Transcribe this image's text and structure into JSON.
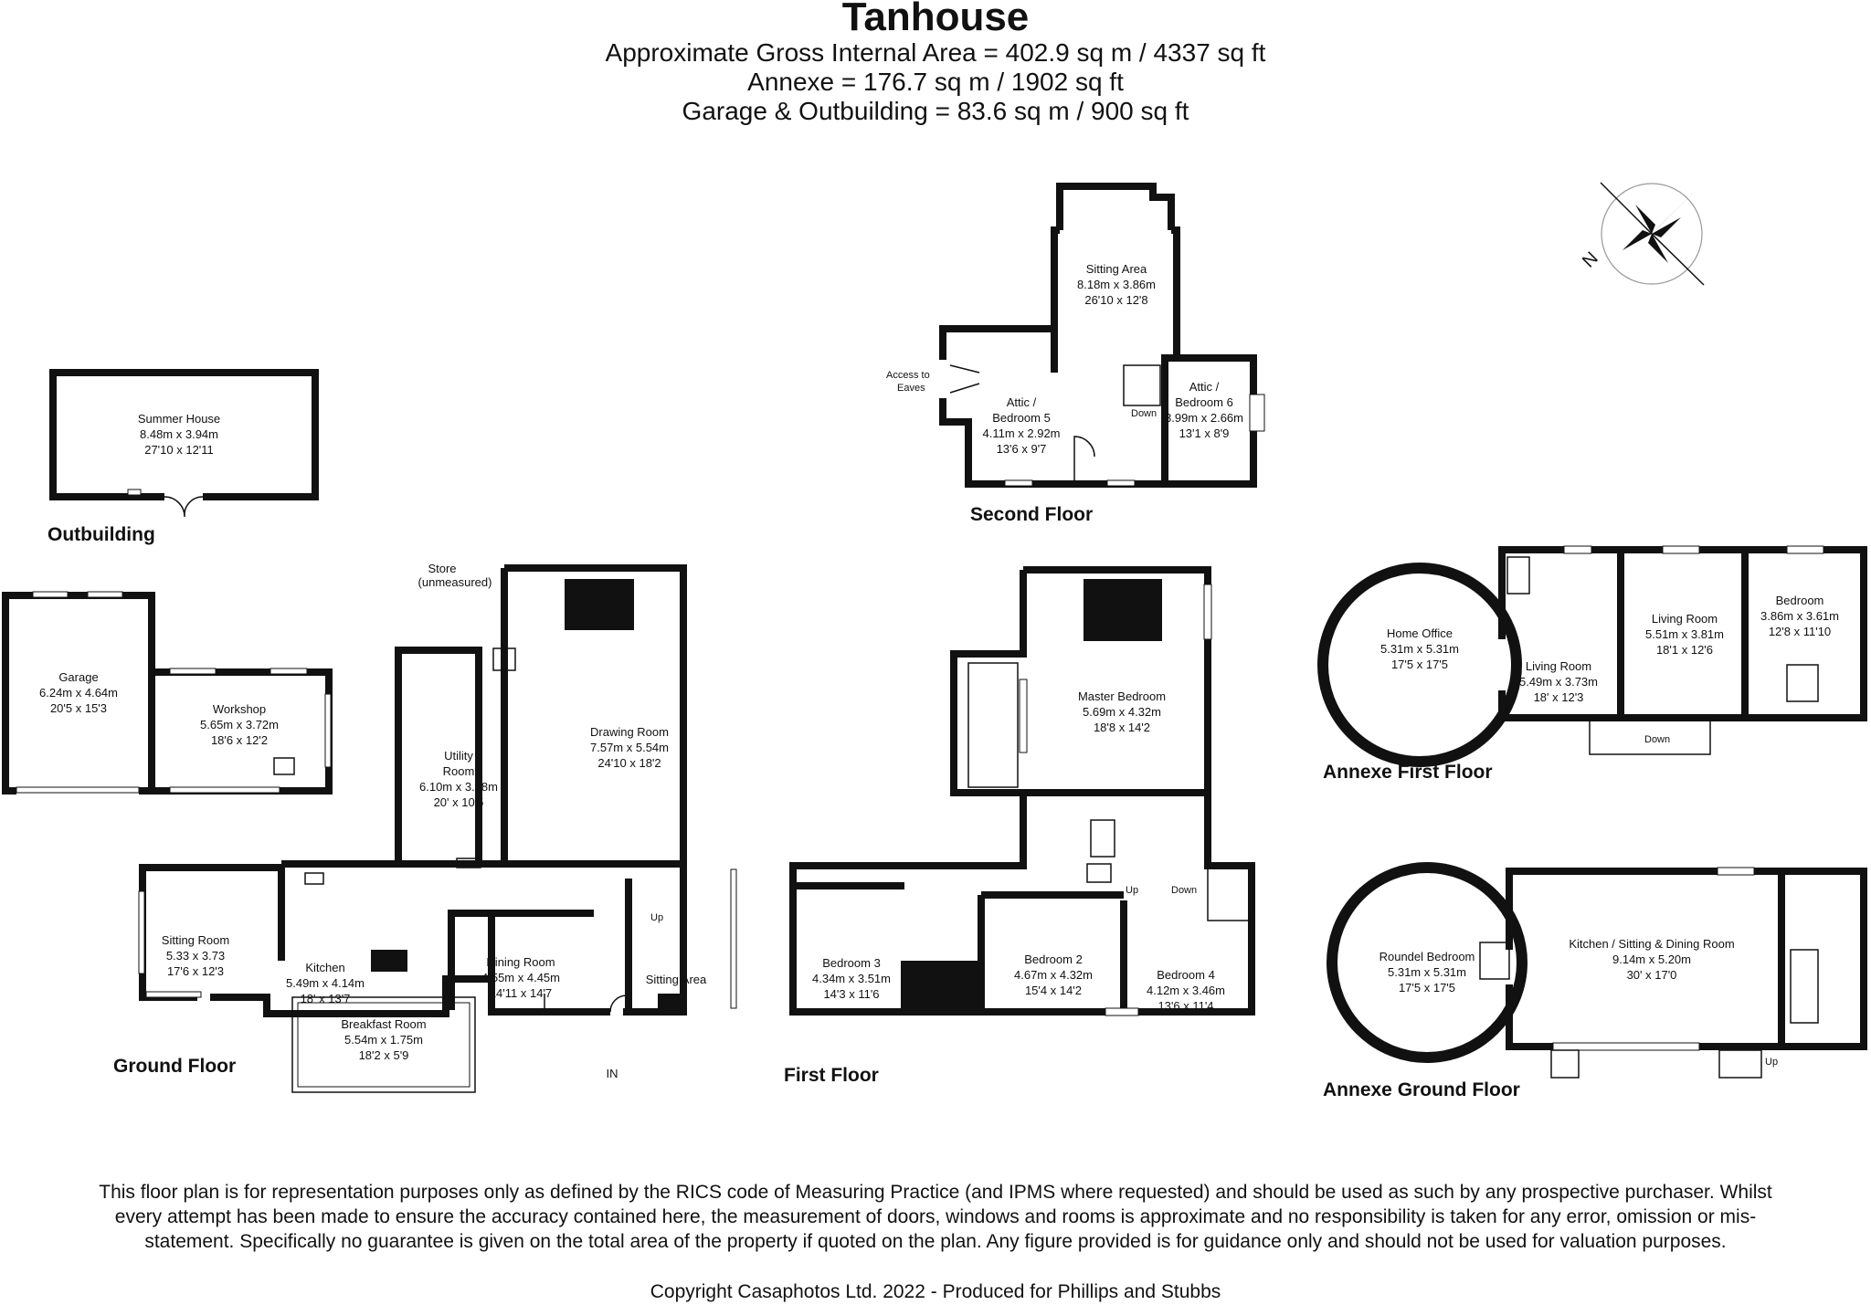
{
  "header": {
    "title": "Tanhouse",
    "lines": [
      "Approximate Gross Internal Area = 402.9 sq m / 4337 sq ft",
      "Annexe = 176.7 sq m / 1902 sq ft",
      "Garage & Outbuilding = 83.6 sq m / 900 sq ft"
    ]
  },
  "compass": {
    "label": "N"
  },
  "floors": {
    "outbuilding": "Outbuilding",
    "second": "Second Floor",
    "ground": "Ground Floor",
    "first": "First Floor",
    "annexe_first": "Annexe First Floor",
    "annexe_ground": "Annexe Ground Floor"
  },
  "rooms": {
    "summer_house": [
      "Summer House",
      "8.48m x 3.94m",
      "27'10 x 12'11"
    ],
    "garage": [
      "Garage",
      "6.24m x 4.64m",
      "20'5 x 15'3"
    ],
    "workshop": [
      "Workshop",
      "5.65m x 3.72m",
      "18'6 x 12'2"
    ],
    "sitting_area_2f": [
      "Sitting Area",
      "8.18m x 3.86m",
      "26'10 x 12'8"
    ],
    "attic5": [
      "Attic /",
      "Bedroom 5",
      "4.11m x 2.92m",
      "13'6 x 9'7"
    ],
    "attic6": [
      "Attic /",
      "Bedroom 6",
      "3.99m x 2.66m",
      "13'1 x 8'9"
    ],
    "utility": [
      "Utility",
      "Room",
      "6.10m x 3.18m",
      "20' x 10'5"
    ],
    "drawing": [
      "Drawing Room",
      "7.57m x 5.54m",
      "24'10 x 18'2"
    ],
    "sitting_room": [
      "Sitting Room",
      "5.33 x 3.73",
      "17'6 x 12'3"
    ],
    "kitchen": [
      "Kitchen",
      "5.49m x 4.14m",
      "18' x 13'7"
    ],
    "dining": [
      "Dining Room",
      "4.55m x 4.45m",
      "14'11 x 14'7"
    ],
    "sitting_area_gf": [
      "Sitting Area"
    ],
    "breakfast": [
      "Breakfast Room",
      "5.54m x 1.75m",
      "18'2 x 5'9"
    ],
    "master": [
      "Master Bedroom",
      "5.69m x 4.32m",
      "18'8 x 14'2"
    ],
    "bedroom3": [
      "Bedroom 3",
      "4.34m x 3.51m",
      "14'3 x 11'6"
    ],
    "bedroom2": [
      "Bedroom 2",
      "4.67m x 4.32m",
      "15'4 x 14'2"
    ],
    "bedroom4": [
      "Bedroom 4",
      "4.12m x 3.46m",
      "13'6 x 11'4"
    ],
    "home_office": [
      "Home Office",
      "5.31m x 5.31m",
      "17'5 x 17'5"
    ],
    "living_a": [
      "Living Room",
      "5.49m x 3.73m",
      "18' x 12'3"
    ],
    "living_b": [
      "Living Room",
      "5.51m x 3.81m",
      "18'1 x 12'6"
    ],
    "bedroom_annexe": [
      "Bedroom",
      "3.86m x 3.61m",
      "12'8 x 11'10"
    ],
    "roundel": [
      "Roundel Bedroom",
      "5.31m x 5.31m",
      "17'5 x 17'5"
    ],
    "kitchen_annexe": [
      "Kitchen / Sitting & Dining Room",
      "9.14m x 5.20m",
      "30' x 17'0"
    ]
  },
  "labels": {
    "access_eaves": [
      "Access to",
      "Eaves"
    ],
    "store": [
      "Store",
      "(unmeasured)"
    ],
    "down": "Down",
    "up": "Up",
    "in": "IN"
  },
  "footer": {
    "disclaimer": "This floor plan is for representation purposes only as defined by the RICS code of Measuring Practice (and IPMS where requested) and should be used as such by any prospective purchaser. Whilst every attempt has been made to ensure the accuracy contained here, the measurement of doors, windows and rooms is approximate and no responsibility is taken for any error, omission or mis-statement. Specifically no guarantee is given on the total area of the property if quoted on the plan. Any figure provided is for guidance only and should not be used for valuation purposes.",
    "copyright": "Copyright Casaphotos Ltd. 2022 - Produced for Phillips and Stubbs"
  }
}
